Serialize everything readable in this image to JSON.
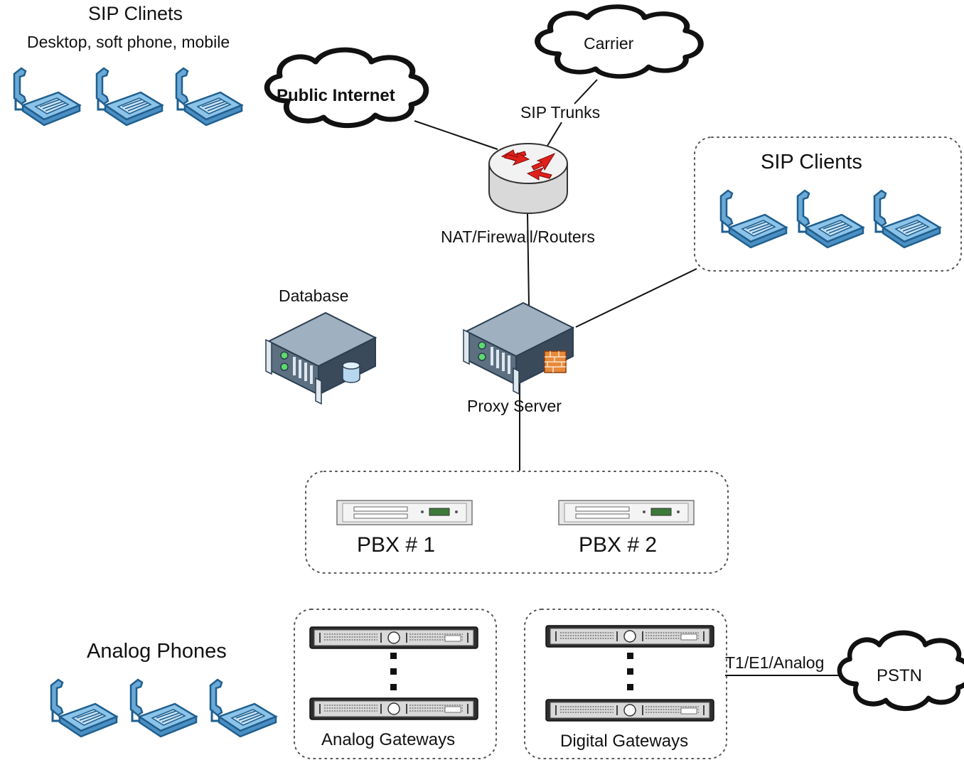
{
  "labels": {
    "sip_clinets_title": "SIP Clinets",
    "sip_clinets_subtitle": "Desktop, soft phone, mobile",
    "public_internet": "Public Internet",
    "carrier": "Carrier",
    "sip_trunks": "SIP Trunks",
    "nat_firewall": "NAT/Firewall/Routers",
    "sip_clients": "SIP Clients",
    "database": "Database",
    "proxy_server": "Proxy Server",
    "pbx1": "PBX # 1",
    "pbx2": "PBX # 2",
    "analog_phones": "Analog Phones",
    "analog_gateways": "Analog Gateways",
    "digital_gateways": "Digital Gateways",
    "t1e1": "T1/E1/Analog",
    "pstn": "PSTN"
  },
  "colors": {
    "phone_body": "#6aa9d6",
    "phone_dark": "#1f5f8f",
    "router_arrows": "#e0201b",
    "server_dark": "#3a4a5a",
    "server_light": "#9fb0c0",
    "firewall": "#e88a3a",
    "line": "#111111"
  },
  "icons": {
    "phone": "phone-icon",
    "router": "router-icon",
    "server": "server-icon",
    "rack": "rack-server-icon",
    "cloud": "cloud-icon"
  }
}
